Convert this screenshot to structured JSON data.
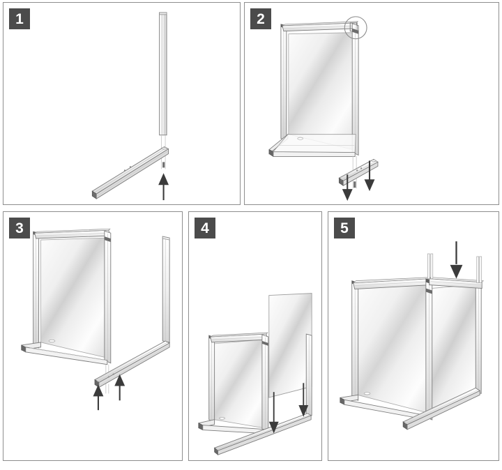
{
  "document": {
    "type": "assembly-instruction-sheet",
    "title": "Freestanding Glass Partition Screen Assembly",
    "background_color": "#ffffff",
    "panel_border_color": "#8d8d8d",
    "badge_background_color": "#4b4b4b",
    "badge_text_color": "#ffffff",
    "line_color": "#6e6e6e",
    "arrow_color": "#3b3b3b",
    "glass_tint_light": "#fdfdfd",
    "glass_tint_dark": "#c9c9c9",
    "endcap_color": "#5a5a5a",
    "columns": 2,
    "rows": 2
  },
  "steps": [
    {
      "number": "1",
      "name": "attach-post-to-base-rail",
      "caption": "",
      "arrows": [
        {
          "name": "insert-post-arrow",
          "direction": "up",
          "count": 1
        }
      ],
      "parts": [
        "vertical-post",
        "horizontal-base-rail"
      ],
      "callout": false
    },
    {
      "number": "2",
      "name": "attach-second-base-rail-to-glass-frame",
      "caption": "",
      "arrows": [
        {
          "name": "lower-rail-arrow-left",
          "direction": "down",
          "count": 1
        },
        {
          "name": "lower-rail-arrow-right",
          "direction": "down",
          "count": 1
        }
      ],
      "parts": [
        "assembled-glass-frame",
        "horizontal-base-rail"
      ],
      "callout": true,
      "callout_name": "corner-joint-detail-circle"
    },
    {
      "number": "3",
      "name": "attach-second-post-and-rail-assembly",
      "caption": "",
      "arrows": [
        {
          "name": "insert-arrow-left",
          "direction": "up",
          "count": 1
        },
        {
          "name": "insert-arrow-right",
          "direction": "up",
          "count": 1
        }
      ],
      "parts": [
        "assembled-glass-screen",
        "post-and-rail-assembly"
      ],
      "callout": false
    },
    {
      "number": "4",
      "name": "slide-second-glass-panel-into-frame",
      "caption": "",
      "arrows": [
        {
          "name": "slide-glass-arrow-left",
          "direction": "down",
          "count": 1
        },
        {
          "name": "slide-glass-arrow-right",
          "direction": "down",
          "count": 1
        }
      ],
      "parts": [
        "first-glass-screen",
        "second-glass-pane",
        "side-posts"
      ],
      "callout": false
    },
    {
      "number": "5",
      "name": "fit-top-rail-to-complete-screen",
      "caption": "",
      "arrows": [
        {
          "name": "press-top-rail-arrow",
          "direction": "down",
          "count": 1
        }
      ],
      "parts": [
        "two-panel-screen",
        "top-rail"
      ],
      "callout": false
    }
  ]
}
